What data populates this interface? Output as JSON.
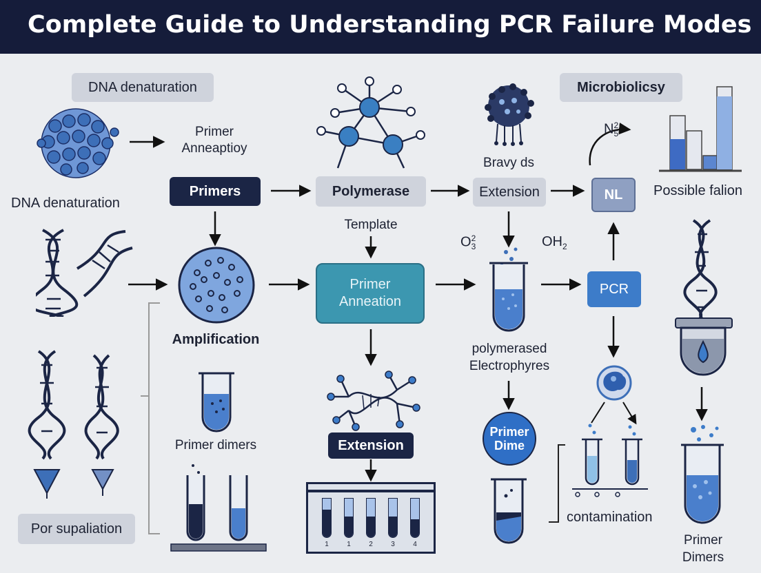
{
  "title": "Complete Guide to Understanding PCR Failure Modes",
  "labels": {
    "dna_denaturation_box": "DNA denaturation",
    "dna_denaturation_text": "DNA denaturation",
    "primer_anneaptioy_1": "Primer",
    "primer_anneaptioy_2": "Anneaptioy",
    "primers": "Primers",
    "polymerase": "Polymerase",
    "template": "Template",
    "bravy_ds": "Bravy ds",
    "extension_top": "Extension",
    "microbiolicsy": "Microbiolicsy",
    "n5_main": "N",
    "n5_sup": "2",
    "n5_sub": "5",
    "nl": "NL",
    "possible_falion": "Possible falion",
    "o3_main": "O",
    "o3_sup": "2",
    "o3_sub": "3",
    "oh2_main": "OH",
    "oh2_sub": "2",
    "amplification": "Amplification",
    "primer_anneation_1": "Primer",
    "primer_anneation_2": "Anneation",
    "pcr": "PCR",
    "polymerased_1": "polymerased",
    "polymerased_2": "Electrophyres",
    "primer_dimers_left": "Primer dimers",
    "extension_bottom": "Extension",
    "primer_dime_1": "Primer",
    "primer_dime_2": "Dime",
    "contamination": "contamination",
    "por_supaliation": "Por supaliation",
    "primer_dimers_right_1": "Primer",
    "primer_dimers_right_2": "Dimers"
  },
  "gel_lane_labels": [
    "1",
    "1",
    "2",
    "3",
    "4"
  ],
  "colors": {
    "title_bg": "#151c3a",
    "page_bg": "#ebedf0",
    "dark_box": "#1b2545",
    "accent_blue": "#3d7cc9",
    "teal": "#3c97b0",
    "grey_box": "#cfd3dc"
  }
}
